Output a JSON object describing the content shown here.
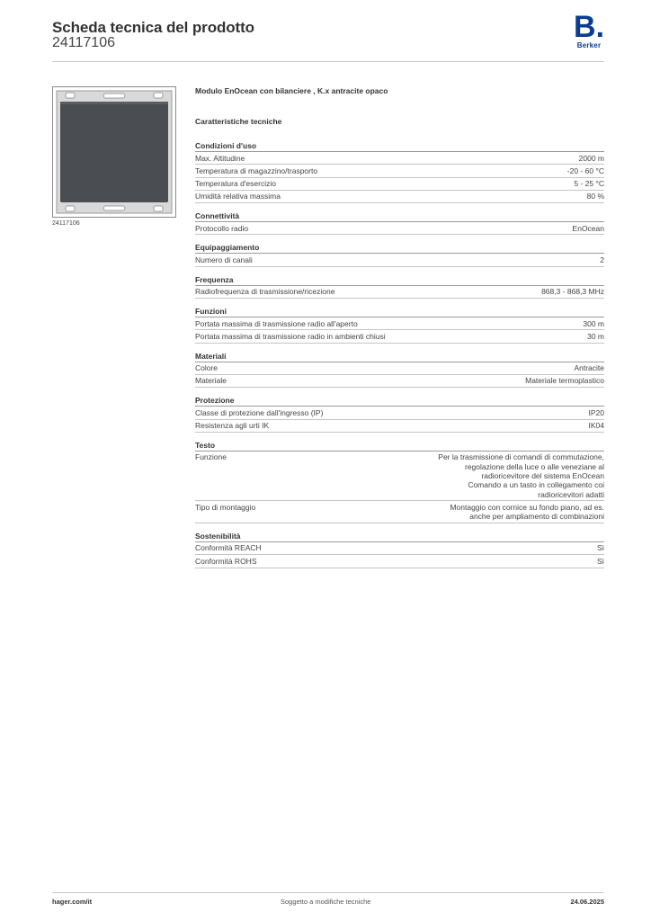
{
  "header": {
    "title": "Scheda tecnica del prodotto",
    "code": "24117106",
    "logo_letter": "B",
    "logo_text": "Berker",
    "brand_color": "#0a3d8f"
  },
  "product": {
    "name": "Modulo EnOcean con bilanciere , K.x antracite opaco",
    "image_caption": "24117106",
    "image_color": "#4a4d52"
  },
  "section_title": "Caratteristiche tecniche",
  "groups": [
    {
      "title": "Condizioni d'uso",
      "rows": [
        {
          "label": "Max. Altitudine",
          "value": "2000 m"
        },
        {
          "label": "Temperatura di magazzino/trasporto",
          "value": "-20 - 60 °C"
        },
        {
          "label": "Temperatura d'esercizio",
          "value": "5 - 25 °C"
        },
        {
          "label": "Umidità relativa massima",
          "value": "80 %"
        }
      ]
    },
    {
      "title": "Connettività",
      "rows": [
        {
          "label": "Protocollo radio",
          "value": "EnOcean"
        }
      ]
    },
    {
      "title": "Equipaggiamento",
      "rows": [
        {
          "label": "Numero di canali",
          "value": "2"
        }
      ]
    },
    {
      "title": "Frequenza",
      "rows": [
        {
          "label": "Radiofrequenza di trasmissione/ricezione",
          "value": "868,3 - 868,3 MHz"
        }
      ]
    },
    {
      "title": "Funzioni",
      "rows": [
        {
          "label": "Portata massima di trasmissione radio all'aperto",
          "value": "300 m"
        },
        {
          "label": "Portata massima di trasmissione radio in ambienti chiusi",
          "value": "30 m"
        }
      ]
    },
    {
      "title": "Materiali",
      "rows": [
        {
          "label": "Colore",
          "value": "Antracite"
        },
        {
          "label": "Materiale",
          "value": "Materiale termoplastico"
        }
      ]
    },
    {
      "title": "Protezione",
      "rows": [
        {
          "label": "Classe di protezione dall'ingresso (IP)",
          "value": "IP20"
        },
        {
          "label": "Resistenza agli urti IK",
          "value": "IK04"
        }
      ]
    },
    {
      "title": "Testo",
      "rows": [
        {
          "label": "Funzione",
          "value": "Per la trasmissione di comandi di commutazione,\nregolazione della luce o alle veneziane al\nradioricevitore del sistema EnOcean\nComando a un tasto in collegamento coi\nradioricevitori adatti"
        },
        {
          "label": "Tipo di montaggio",
          "value": "Montaggio con cornice su fondo piano, ad es.\nanche per ampliamento di combinazioni"
        }
      ]
    },
    {
      "title": "Sostenibilità",
      "rows": [
        {
          "label": "Conformità REACH",
          "value": "Sì"
        },
        {
          "label": "Conformità ROHS",
          "value": "Sì"
        }
      ]
    }
  ],
  "footer": {
    "left": "hager.com/it",
    "center": "Soggetto a modifiche tecniche",
    "right": "24.06.2025"
  }
}
